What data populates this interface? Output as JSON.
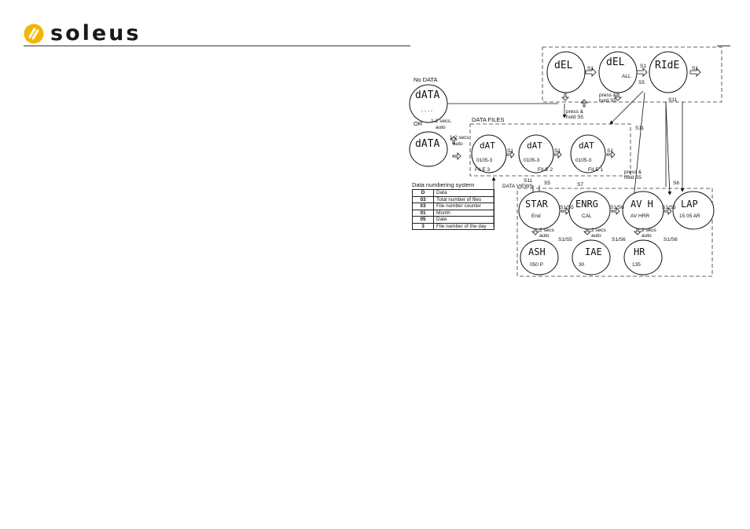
{
  "brand": {
    "name": "soleus",
    "accent": "#f2b600"
  },
  "diagram": {
    "no_data_label": "No DATA",
    "or_label": "OR",
    "auto_note_1": "1-2 secs.",
    "auto_note_1b": "auto",
    "auto_note_2": "1-2 secs",
    "auto_note_2b": "auto",
    "data_files_label": "DATA FILES",
    "data_views_label": "DATA VIEWS",
    "press_hold_1": "press &",
    "press_hold_1b": "hold S5",
    "press_hold_2": "press &",
    "press_hold_2b": "hold S5",
    "press_hold_3": "press &",
    "press_hold_3b": "hold S5",
    "file_labels": [
      "FILE 3",
      "FILE 2",
      "FILE 1"
    ],
    "buttons": {
      "s1": "S1",
      "s5": "S5",
      "s11": "S11",
      "s7": "S7",
      "s6": "S6",
      "s1s5": "S1/S5",
      "s1s6": "S1/S6",
      "s1s6b": "S1/S6",
      "s1s5b": "S1/S5",
      "s1s6c": "S1/S6",
      "s6c": "S1/S6"
    },
    "two_secs_auto": [
      "2 secs",
      "auto"
    ],
    "lcd": {
      "del1": "dEL",
      "del2": "dEL",
      "del2_sub": "ALL",
      "ride": "RIdE",
      "data_a": "dATA",
      "data_a_sub": "- - - -",
      "data_b": "dATA",
      "file3_top": "dAT",
      "file3_bot": "0105-3",
      "file2_top": "dAT",
      "file2_bot": "0105-3",
      "file1_top": "dAT",
      "file1_bot": "0105-3",
      "start_top": "STAR",
      "start_bot": "End",
      "energy_top": "ENRG",
      "energy_bot": "CAL",
      "avg_top": "AV H",
      "avg_bot": "AV HRR",
      "lap_top": "LAP",
      "lap_bot": "15 05 AR",
      "v1_top": "ASH",
      "v1_bot": "050 P",
      "v2_top": "IAE",
      "v2_bot": "30",
      "v3_top": "HR",
      "v3_bot": "135"
    }
  },
  "legend": {
    "title": "Data numbering system",
    "rows": [
      {
        "code": "D",
        "desc": "Data"
      },
      {
        "code": "03",
        "desc": "Total number of files"
      },
      {
        "code": "03",
        "desc": "File number counter"
      },
      {
        "code": "01",
        "desc": "Month"
      },
      {
        "code": "05",
        "desc": "Date"
      },
      {
        "code": "3",
        "desc": "File number of the day"
      }
    ]
  }
}
